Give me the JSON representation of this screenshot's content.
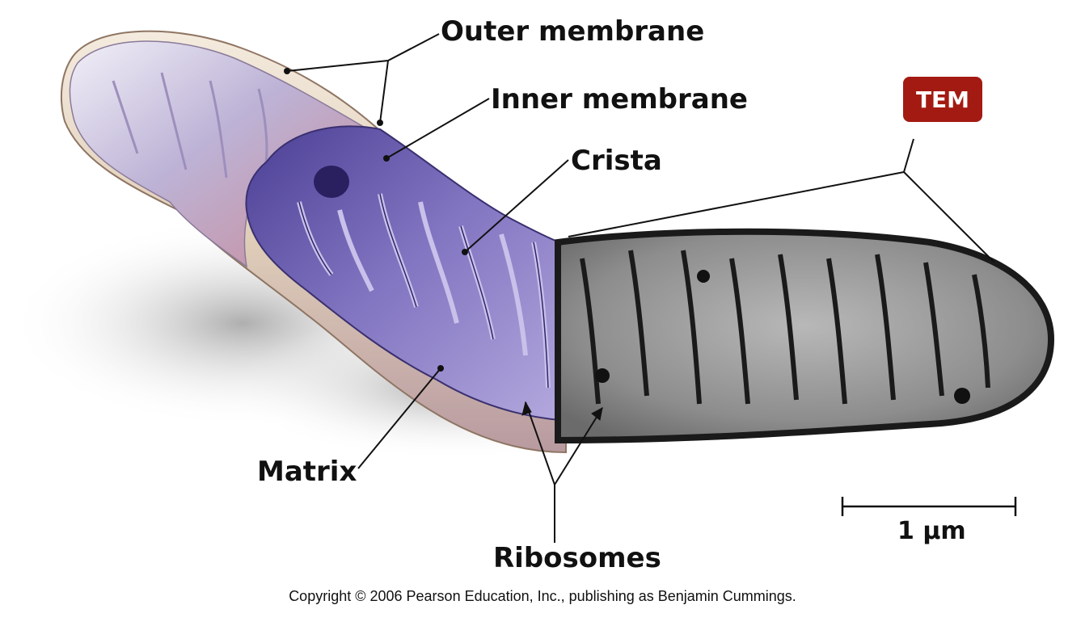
{
  "labels": {
    "outer_membrane": "Outer membrane",
    "inner_membrane": "Inner membrane",
    "crista": "Crista",
    "matrix": "Matrix",
    "ribosomes": "Ribosomes"
  },
  "tem_badge": "TEM",
  "scale_bar": {
    "value": "1",
    "unit": "µm"
  },
  "copyright": "Copyright © 2006 Pearson Education, Inc., publishing as Benjamin Cummings.",
  "colors": {
    "badge": "#a31a12",
    "membrane_outer": "#e8d9c4",
    "cristae_purple": "#7b6fb5",
    "leader_lines": "#111111"
  }
}
